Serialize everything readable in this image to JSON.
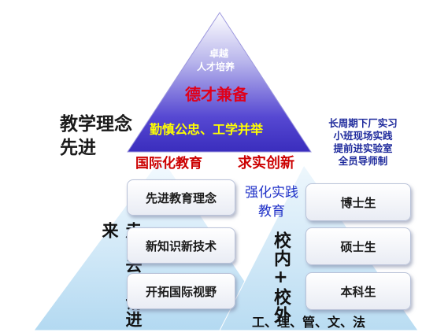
{
  "top_pyramid": {
    "line1": "卓越",
    "line2": "人才培养",
    "core": "德才兼备",
    "motto": "勤慎公忠、工学并举"
  },
  "left_title": {
    "line1": "教学理念",
    "line2": "先进"
  },
  "label_international": "国际化教育",
  "label_innovation": "求实创新",
  "right_notes": [
    "长周期下厂实习",
    "小班现场实践",
    "提前进实验室",
    "全员导师制"
  ],
  "practice_label": {
    "line1": "强化实践",
    "line2": "教育"
  },
  "left_pyramid": {
    "vertical_text": "走出去+请进来",
    "items": [
      "先进教育理念",
      "新知识新技术",
      "开拓国际视野"
    ]
  },
  "right_pyramid": {
    "vertical_text": "校内+校外",
    "items": [
      "博士生",
      "硕士生",
      "本科生"
    ],
    "disciplines": "工、理、管、文、法"
  },
  "colors": {
    "top_pyramid_top": "#ffffff",
    "top_pyramid_bottom": "#3c2fc0",
    "core_text": "#e0001a",
    "motto_text": "#ffff00",
    "international_text": "#cc0000",
    "notes_text": "#1e2a9c",
    "practice_text": "#2032c8",
    "light_pyramid": "#b9dcf2"
  }
}
